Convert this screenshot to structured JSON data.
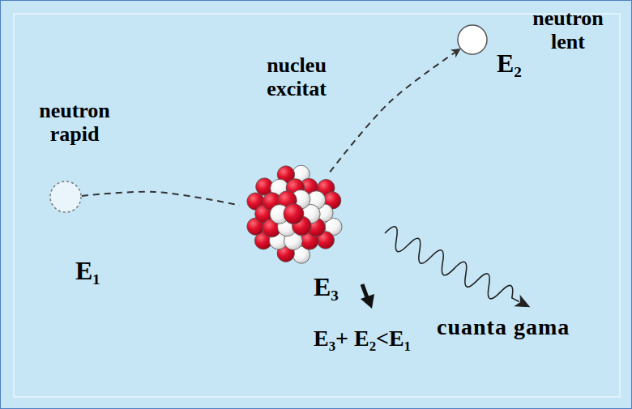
{
  "diagram": {
    "nodes": [
      {
        "text": [
          "neutron rapid"
        ]
      },
      {
        "text": [
          "nucleu excitat"
        ]
      },
      {
        "text": [
          "neutron lent"
        ]
      }
    ],
    "edges": [
      {
        "from": 0,
        "to": 1,
        "arrow": "none"
      },
      {
        "from": 1,
        "to": 2,
        "arrow": "to"
      }
    ],
    "labels": [
      "E₁",
      "E₂",
      "E₃",
      "cuanta gama",
      "E₃+ E₂<E₁"
    ]
  }
}
